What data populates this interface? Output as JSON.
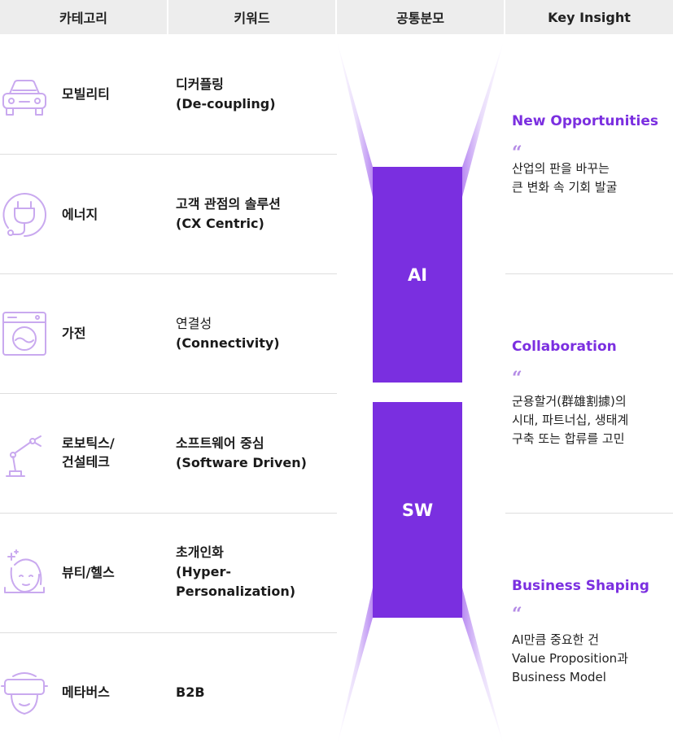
{
  "header": {
    "col1": "카테고리",
    "col2": "키워드",
    "col3": "공통분모",
    "col4": "Key Insight"
  },
  "rows": [
    {
      "category": [
        "모빌리티"
      ],
      "keyword": [
        "디커플링",
        "(De-coupling)"
      ],
      "icon": "car-icon"
    },
    {
      "category": [
        "에너지"
      ],
      "keyword": [
        "고객 관점의 솔루션",
        "(CX Centric)"
      ],
      "icon": "plug-icon"
    },
    {
      "category": [
        "가전"
      ],
      "keyword": [
        "연결성",
        "(Connectivity)"
      ],
      "icon": "washing-machine-icon"
    },
    {
      "category": [
        "로보틱스/",
        "건설테크"
      ],
      "keyword": [
        "소프트웨어 중심",
        "(Software Driven)"
      ],
      "icon": "robot-arm-icon"
    },
    {
      "category": [
        "뷰티/헬스"
      ],
      "keyword": [
        "초개인화",
        "(Hyper-",
        "Personalization)"
      ],
      "icon": "face-sparkle-icon"
    },
    {
      "category": [
        "메타버스"
      ],
      "keyword": [
        "B2B"
      ],
      "icon": "vr-headset-icon"
    }
  ],
  "common": {
    "ai": "AI",
    "sw": "SW"
  },
  "insights": [
    {
      "title": "New Opportunities",
      "quote": "“",
      "lines": [
        "산업의 판을 바꾸는",
        "큰 변화 속 기회 발굴"
      ]
    },
    {
      "title": "Collaboration",
      "quote": "“",
      "lines": [
        "군용할거(群雄割據)의",
        "시대, 파트너십, 생태계",
        "구축 또는 합류를 고민"
      ]
    },
    {
      "title": "Business Shaping",
      "quote": "“",
      "lines": [
        "AI만큼 중요한 건",
        "Value Proposition과",
        "Business Model"
      ]
    }
  ],
  "colors": {
    "accent": "#7a2fe0",
    "icon_stroke": "#c9a9ef",
    "quote": "#b48be6"
  }
}
